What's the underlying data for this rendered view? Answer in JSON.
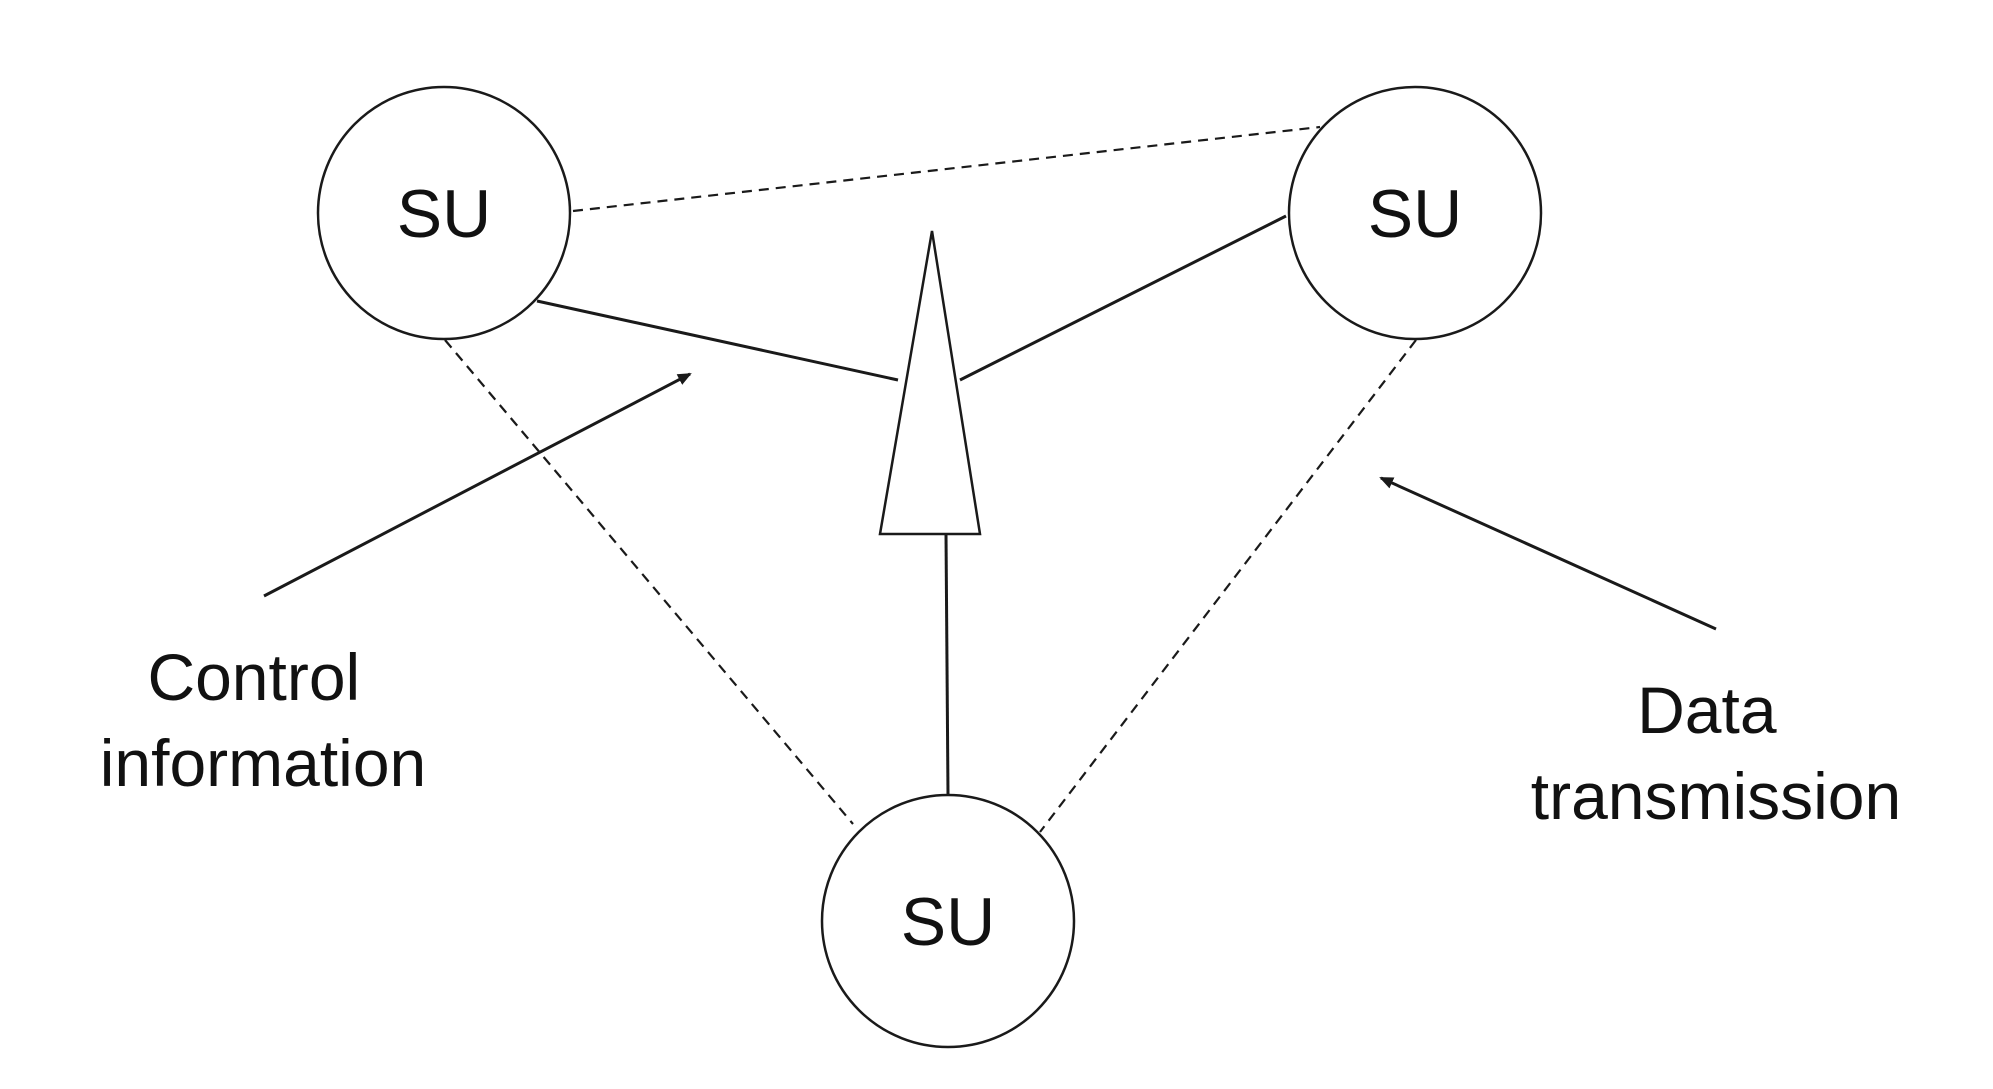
{
  "diagram": {
    "nodes": {
      "top_left": {
        "label": "SU"
      },
      "top_right": {
        "label": "SU"
      },
      "bottom": {
        "label": "SU"
      }
    },
    "callouts": {
      "control": {
        "line1": "Control",
        "line2": "information"
      },
      "data": {
        "line1": "Data",
        "line2": "transmission"
      }
    },
    "colors": {
      "stroke": "#1a1a1a",
      "background": "#ffffff",
      "text": "#111111"
    },
    "link_styles": {
      "solid": "Control information",
      "dashed": "Data transmission"
    }
  }
}
